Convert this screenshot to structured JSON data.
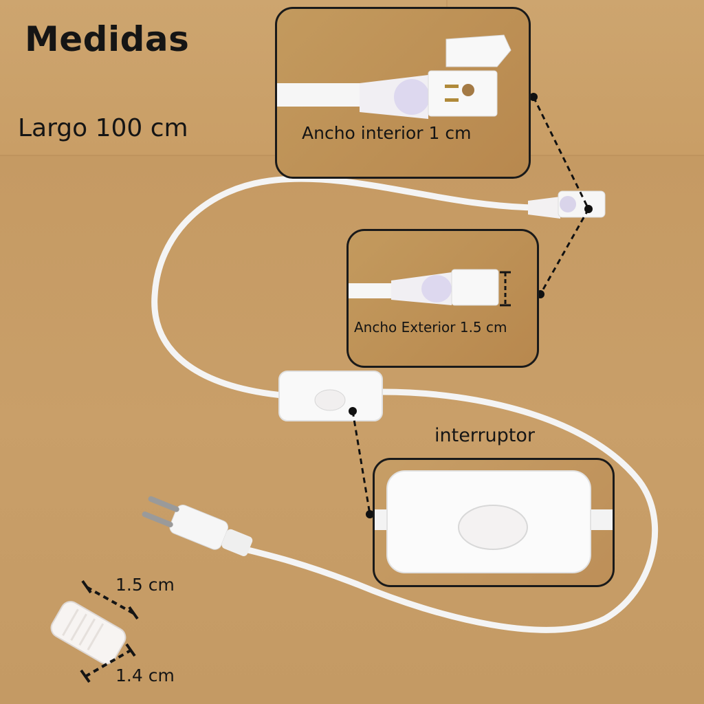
{
  "title": "Medidas",
  "length_label": "Largo 100 cm",
  "inner_width_label": "Ancho interior 1 cm",
  "outer_width_label": "Ancho Exterior 1.5 cm",
  "switch_label": "interruptor",
  "cap_width_1": "1.5 cm",
  "cap_width_2": "1.4 cm",
  "colors": {
    "cardboard": "#c99f69",
    "cable": "#f7f7f7",
    "ink": "#151515"
  }
}
